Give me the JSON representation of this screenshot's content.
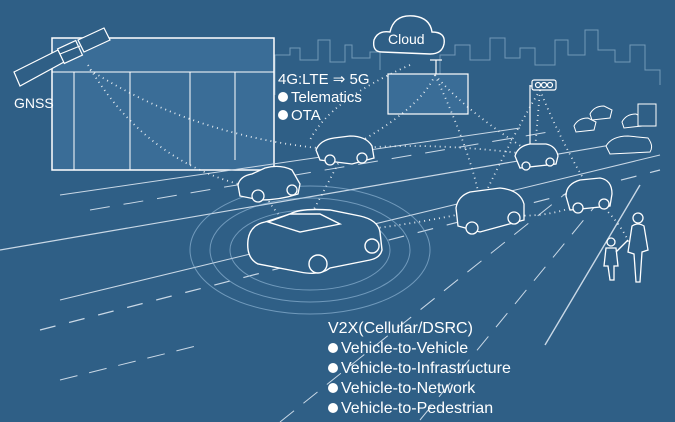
{
  "labels": {
    "gnss": "GNSS",
    "cloud": "Cloud",
    "network_title": "4G:LTE ⇒ 5G",
    "network_items": [
      "Telematics",
      "OTA"
    ],
    "v2x_title": "V2X(Cellular/DSRC)",
    "v2x_items": [
      "Vehicle-to-Vehicle",
      "Vehicle-to-Infrastructure",
      "Vehicle-to-Network",
      "Vehicle-to-Pedestrian"
    ]
  },
  "icons": [
    "satellite-icon",
    "cloud-icon",
    "traffic-light-icon",
    "car-icon",
    "pedestrian-icon",
    "building-icon"
  ],
  "colors": {
    "background": "#2f5f86",
    "line": "#ffffff",
    "building_fill": "#3a6d97",
    "road_line": "#c9d8e6"
  }
}
